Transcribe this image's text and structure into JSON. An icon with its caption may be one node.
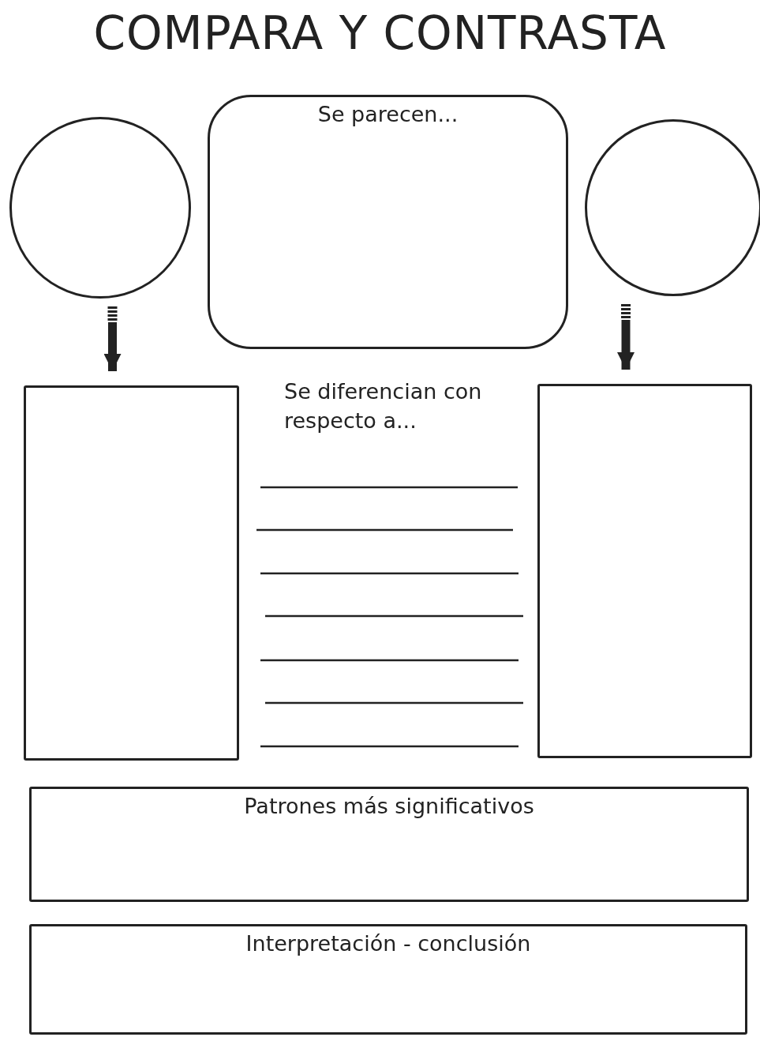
{
  "diagram": {
    "title": "COMPARA Y CONTRASTA",
    "nodes": [
      {
        "text": [],
        "shape": "circle"
      },
      {
        "text": [
          "Se parecen..."
        ]
      },
      {
        "text": [],
        "shape": "circle"
      },
      {
        "text": [],
        "shape": "box"
      },
      {
        "text": [],
        "shape": "box"
      },
      {
        "text": [
          "Patrones más significativos"
        ]
      },
      {
        "text": [
          "Interpretación - conclusión"
        ]
      }
    ],
    "edges": [
      {
        "from": 0,
        "to": 3,
        "arrow": "to"
      },
      {
        "from": 2,
        "to": 4,
        "arrow": "to"
      }
    ],
    "labels": [
      "Se diferencian con respecto a..."
    ]
  }
}
